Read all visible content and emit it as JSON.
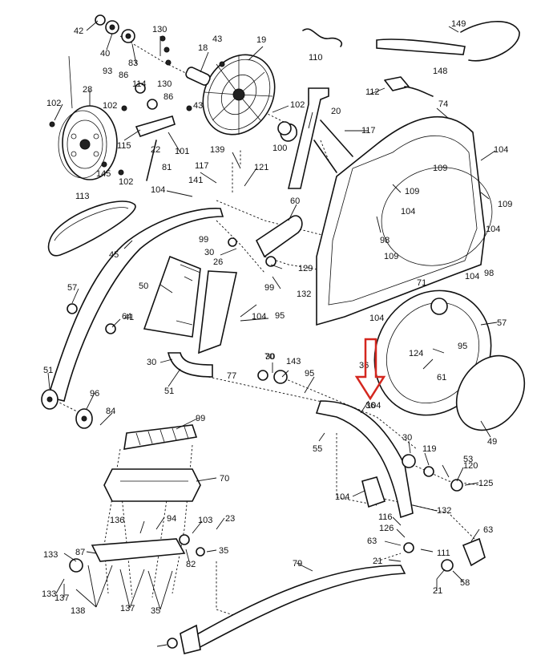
{
  "diagram": {
    "labels": [
      "42",
      "40",
      "130",
      "83",
      "18",
      "43",
      "19",
      "110",
      "149",
      "148",
      "93",
      "86",
      "114",
      "28",
      "102",
      "102",
      "86",
      "130",
      "102",
      "43",
      "112",
      "74",
      "20",
      "117",
      "115",
      "22",
      "101",
      "100",
      "139",
      "117",
      "104",
      "145",
      "102",
      "81",
      "141",
      "121",
      "113",
      "104",
      "109",
      "109",
      "109",
      "104",
      "104",
      "104",
      "109",
      "98",
      "60",
      "99",
      "30",
      "26",
      "45",
      "129",
      "98",
      "104",
      "30",
      "99",
      "132",
      "57",
      "41",
      "50",
      "104",
      "95",
      "71",
      "57",
      "64",
      "95",
      "124",
      "61",
      "30",
      "70",
      "143",
      "95",
      "36",
      "104",
      "77",
      "51",
      "51",
      "96",
      "84",
      "99",
      "55",
      "49",
      "70",
      "30",
      "119",
      "53",
      "120",
      "125",
      "104",
      "132",
      "136",
      "94",
      "103",
      "23",
      "116",
      "126",
      "63",
      "63",
      "111",
      "133",
      "87",
      "82",
      "35",
      "21",
      "58",
      "79",
      "133",
      "137",
      "138",
      "137",
      "35",
      "21"
    ],
    "callout_label": "36",
    "highlight_color": "#d4271f"
  }
}
